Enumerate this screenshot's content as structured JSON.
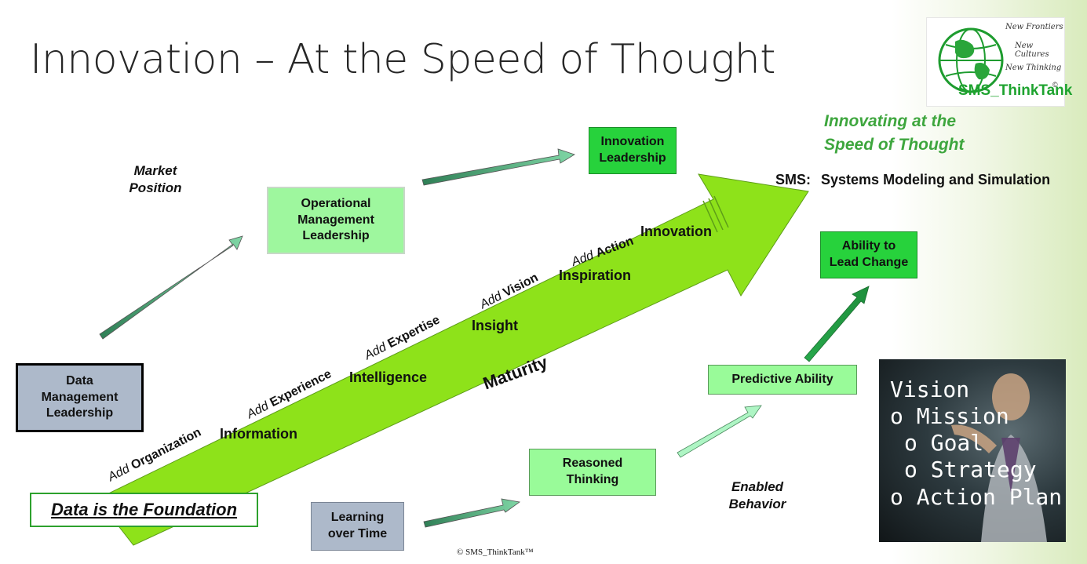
{
  "title": "Innovation – At the Speed of Thought",
  "logo": {
    "taglines": [
      "New Frontiers",
      "New Cultures",
      "New Thinking"
    ],
    "name": "SMS_ThinkTank"
  },
  "innovating": "Innovating at the\nSpeed of Thought",
  "sms": {
    "prefix": "SMS:",
    "text": "Systems Modeling and Simulation"
  },
  "market_position": "Market\nPosition",
  "enabled_behavior": "Enabled\nBehavior",
  "boxes": {
    "operational": "Operational\nManagement\nLeadership",
    "innovation_leadership": "Innovation\nLeadership",
    "data_management": "Data\nManagement\nLeadership",
    "lead_change": "Ability to\nLead Change",
    "predictive": "Predictive Ability",
    "reasoned": "Reasoned\nThinking",
    "learning": "Learning\nover Time"
  },
  "foundation": "Data is the Foundation",
  "maturity": "Maturity",
  "stages": [
    "Information",
    "Intelligence",
    "Insight",
    "Inspiration",
    "Innovation"
  ],
  "adds": [
    {
      "prefix": "Add",
      "word": "Organization"
    },
    {
      "prefix": "Add",
      "word": "Experience"
    },
    {
      "prefix": "Add",
      "word": "Expertise"
    },
    {
      "prefix": "Add",
      "word": "Vision"
    },
    {
      "prefix": "Add",
      "word": "Action"
    }
  ],
  "photo_list": [
    "Vision",
    "o Mission",
    "o Goal",
    "o Strategy",
    "o Action Plan"
  ],
  "copyright": "© SMS_ThinkTank™",
  "colors": {
    "arrow_green": "#8ee21a",
    "box_light": "#99fb99",
    "box_mid": "#27d23c",
    "box_grey": "#adb9ca",
    "italic_green": "#3ea63e"
  }
}
